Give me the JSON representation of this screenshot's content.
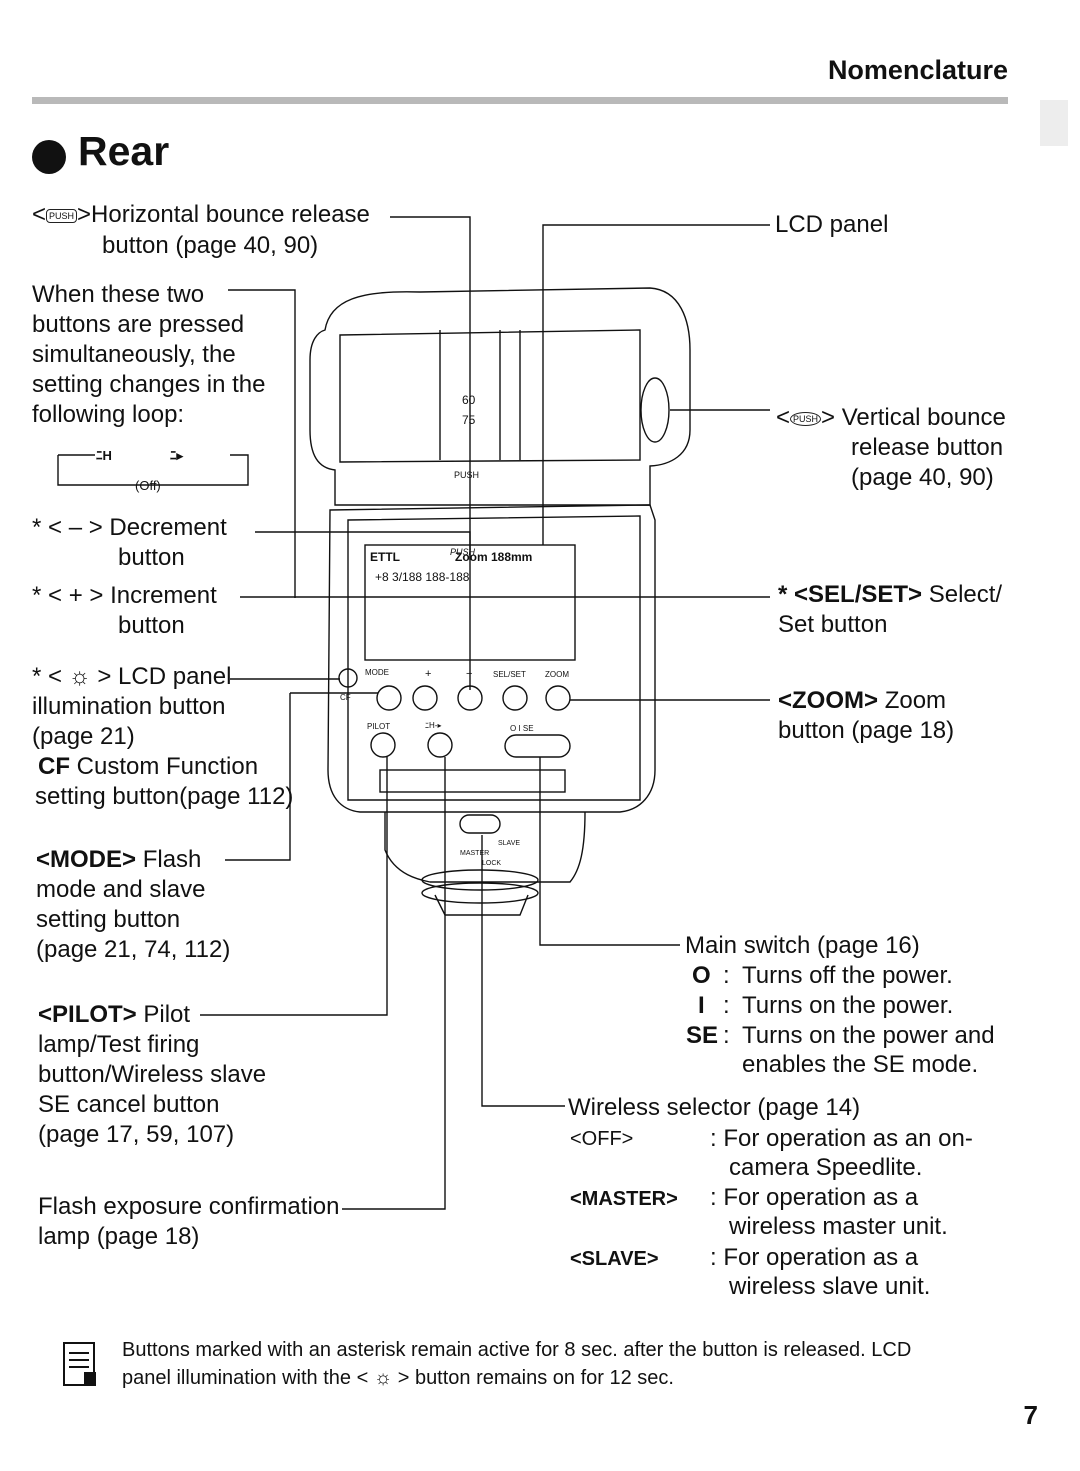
{
  "header": {
    "section": "Nomenclature",
    "title": "Rear",
    "page_number": "7"
  },
  "left": {
    "horizontal_bounce": {
      "prefix": "<",
      "icon": "PUSH",
      "text": ">Horizontal bounce release",
      "line2": "button (page 40, 90)"
    },
    "loop_intro": [
      "When these two",
      "buttons are pressed",
      "simultaneously, the",
      "setting changes in the",
      "following loop:"
    ],
    "loop_diagram": {
      "a": "ﾆH",
      "b": "ﾆ▸",
      "c": "(Off)"
    },
    "decrement": {
      "prefix": "* < – >",
      "line1": "Decrement",
      "line2": "button"
    },
    "increment": {
      "prefix": "* < + >",
      "line1": "Increment",
      "line2": "button"
    },
    "lcd_illum": {
      "line1": "* < ☼ > LCD panel",
      "line2": "illumination button",
      "line3": "(page 21)"
    },
    "cf": {
      "bold": "CF",
      "line1": " Custom Function",
      "line2": "setting button(page 112)"
    },
    "mode": {
      "bold": "<MODE>",
      "line1": " Flash",
      "line2": "mode and slave",
      "line3": "setting button",
      "line4": "(page 21, 74, 112)"
    },
    "pilot": {
      "bold": "<PILOT>",
      "line1": " Pilot",
      "line2": "lamp/Test firing",
      "line3": "button/Wireless slave",
      "line4": "SE cancel button",
      "line5": "(page 17, 59, 107)"
    },
    "fec": {
      "line1": "Flash exposure confirmation",
      "line2": "lamp (page 18)"
    }
  },
  "right": {
    "lcd_panel": "LCD panel",
    "vertical_bounce": {
      "prefix": "<",
      "icon": "PUSH",
      "line1": "> Vertical bounce",
      "line2": "release button",
      "line3": "(page 40, 90)"
    },
    "selset": {
      "bold": "* <SEL/SET>",
      "line1": " Select/",
      "line2": "Set button"
    },
    "zoom": {
      "bold": "<ZOOM>",
      "line1": " Zoom",
      "line2": "button (page 18)"
    },
    "main_switch": {
      "title": "Main switch (page 16)",
      "items": [
        {
          "key": "O",
          "sep": ":",
          "text": "Turns off the power."
        },
        {
          "key": "I",
          "sep": ":",
          "text": "Turns on the power."
        },
        {
          "key": "SE",
          "sep": ":",
          "text": "Turns on the power and",
          "text2": "enables the SE mode."
        }
      ]
    },
    "wireless": {
      "title": "Wireless selector (page 14)",
      "items": [
        {
          "key": "<OFF>",
          "text": ": For operation as an on-",
          "text2": "camera Speedlite."
        },
        {
          "key": "<MASTER>",
          "text": ": For operation as a",
          "text2": "wireless master unit."
        },
        {
          "key": "<SLAVE>",
          "text": ": For operation as a",
          "text2": "wireless slave unit."
        }
      ]
    }
  },
  "flash": {
    "lcd_row1": "ETTL",
    "lcd_zoom": "Zoom 188mm",
    "lcd_row2": "+8 3/188 188-188",
    "push": "PUSH",
    "scale1": "60",
    "scale2": "75",
    "btn_mode": "MODE",
    "btn_plus": "+",
    "btn_minus": "−",
    "btn_selset": "SEL/SET",
    "btn_zoom": "ZOOM",
    "btn_pilot": "PILOT",
    "btn_cf": "CF",
    "btn_fec": "ﾆH-▸",
    "sw": "O I SE",
    "wl_slave": "SLAVE",
    "wl_master": "MASTER",
    "wl_lock": "LOCK"
  },
  "note": {
    "line1": "Buttons marked with an asterisk remain active for 8 sec. after the button is released. LCD",
    "line2": "panel illumination with the < ☼ > button remains on for 12 sec."
  }
}
